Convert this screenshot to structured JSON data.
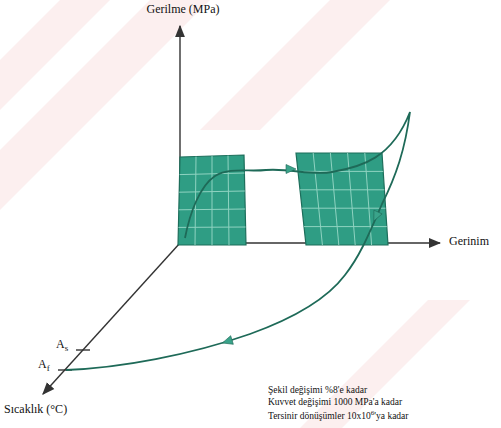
{
  "diagram": {
    "labels": [
      "Gerilme (MPa)",
      "Gerinim",
      "Sıcaklık (°C)",
      "A",
      "s",
      "A",
      "f",
      "Şekil değişimi %8'e kadar",
      "Kuvvet değişimi 1000 MPa'a kadar",
      "Tersinir dönüşümler 10x10",
      "6",
      "'ya kadar"
    ]
  }
}
